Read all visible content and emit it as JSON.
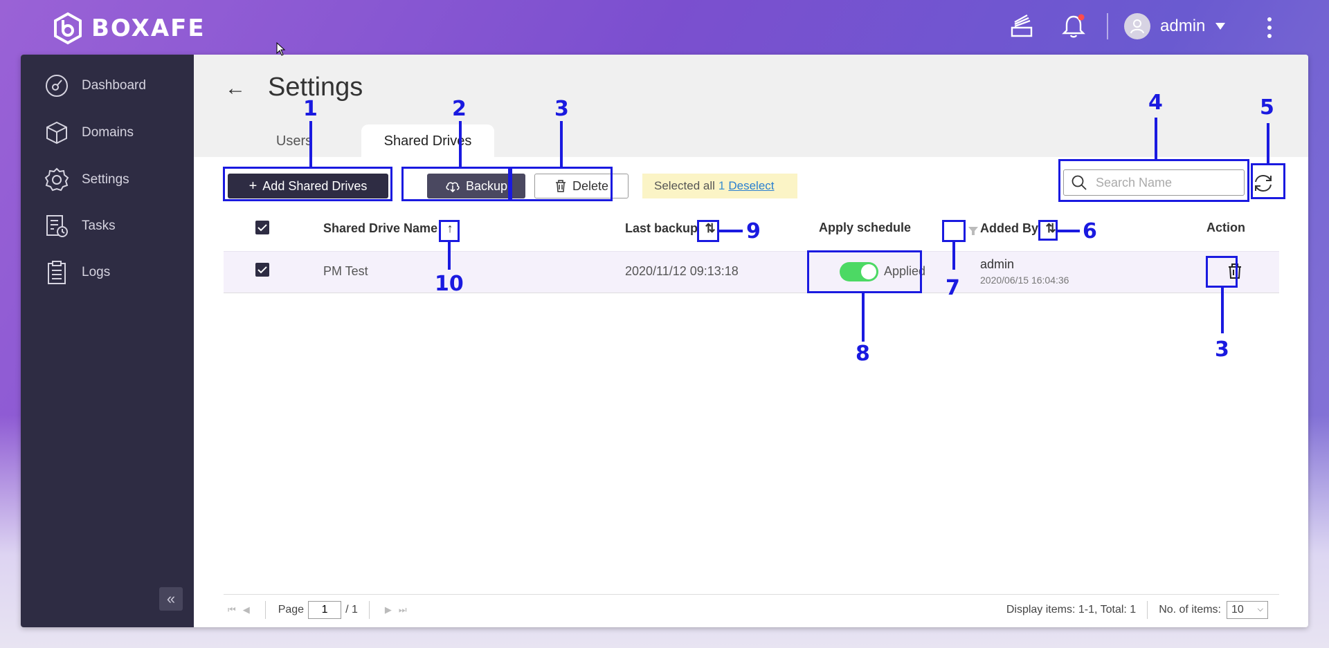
{
  "app": {
    "logo_text": "BOXAFE"
  },
  "user": {
    "name": "admin"
  },
  "sidebar": {
    "items": [
      {
        "label": "Dashboard",
        "icon": "dashboard-icon"
      },
      {
        "label": "Domains",
        "icon": "cube-icon"
      },
      {
        "label": "Settings",
        "icon": "gear-icon"
      },
      {
        "label": "Tasks",
        "icon": "tasks-icon"
      },
      {
        "label": "Logs",
        "icon": "clipboard-icon"
      }
    ],
    "collapse_label": "«"
  },
  "page": {
    "title": "Settings",
    "tabs": [
      {
        "label": "Users"
      },
      {
        "label": "Shared Drives"
      }
    ]
  },
  "toolbar": {
    "add_label": "Add Shared Drives",
    "backup_label": "Backup",
    "delete_label": "Delete",
    "selected_prefix": "Selected all",
    "selected_count": "1",
    "deselect_label": "Deselect",
    "search_placeholder": "Search Name"
  },
  "table": {
    "headers": {
      "name": "Shared Drive Name",
      "last_backup": "Last backup",
      "schedule": "Apply schedule",
      "added_by": "Added By",
      "action": "Action"
    },
    "rows": [
      {
        "name": "PM Test",
        "last_backup": "2020/11/12 09:13:18",
        "schedule_status": "Applied",
        "schedule_on": true,
        "added_by": "admin",
        "added_at": "2020/06/15 16:04:36",
        "checked": true
      }
    ]
  },
  "footer": {
    "page_label": "Page",
    "page_value": "1",
    "page_total": "/ 1",
    "display_info": "Display items: 1-1, Total: 1",
    "items_label": "No. of items:",
    "items_value": "10"
  },
  "annotations": [
    "1",
    "2",
    "3",
    "4",
    "5",
    "6",
    "7",
    "8",
    "9",
    "10",
    "3"
  ],
  "colors": {
    "sidebar": "#2e2c43",
    "annotation": "#1a1ae0",
    "toggle_on": "#4cd964",
    "banner": "#fbf4c6"
  }
}
